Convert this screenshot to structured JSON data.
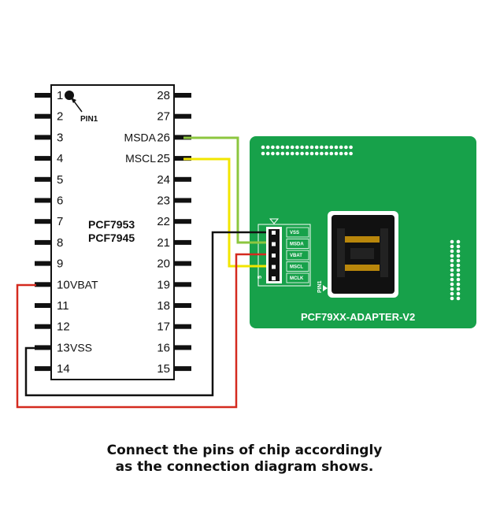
{
  "chip": {
    "names": [
      "PCF7953",
      "PCF7945"
    ],
    "pin1_marker": "PIN1",
    "left_pins": [
      {
        "num": "1",
        "label": ""
      },
      {
        "num": "2",
        "label": ""
      },
      {
        "num": "3",
        "label": ""
      },
      {
        "num": "4",
        "label": ""
      },
      {
        "num": "5",
        "label": ""
      },
      {
        "num": "6",
        "label": ""
      },
      {
        "num": "7",
        "label": ""
      },
      {
        "num": "8",
        "label": ""
      },
      {
        "num": "9",
        "label": ""
      },
      {
        "num": "10",
        "label": "VBAT"
      },
      {
        "num": "11",
        "label": ""
      },
      {
        "num": "12",
        "label": ""
      },
      {
        "num": "13",
        "label": "VSS"
      },
      {
        "num": "14",
        "label": ""
      }
    ],
    "right_pins": [
      {
        "num": "28",
        "label": ""
      },
      {
        "num": "27",
        "label": ""
      },
      {
        "num": "26",
        "label": "MSDA"
      },
      {
        "num": "25",
        "label": "MSCL"
      },
      {
        "num": "24",
        "label": ""
      },
      {
        "num": "23",
        "label": ""
      },
      {
        "num": "22",
        "label": ""
      },
      {
        "num": "21",
        "label": ""
      },
      {
        "num": "20",
        "label": ""
      },
      {
        "num": "19",
        "label": ""
      },
      {
        "num": "18",
        "label": ""
      },
      {
        "num": "17",
        "label": ""
      },
      {
        "num": "16",
        "label": ""
      },
      {
        "num": "15",
        "label": ""
      }
    ]
  },
  "adapter": {
    "name": "PCF79XX-ADAPTER-V2",
    "pin1_marker": "PIN1",
    "connector_pin_count": "5",
    "connector_labels": [
      "VSS",
      "MSDA",
      "VBAT",
      "MSCL",
      "MCLK"
    ],
    "board_color": "#17a14a"
  },
  "wires": {
    "msda_color": "#8cc63f",
    "mscl_color": "#f2e600",
    "vss_color": "#111111",
    "vbat_color": "#d42a1f"
  },
  "caption": {
    "line1": "Connect the pins of chip accordingly",
    "line2": "as the connection diagram shows."
  }
}
